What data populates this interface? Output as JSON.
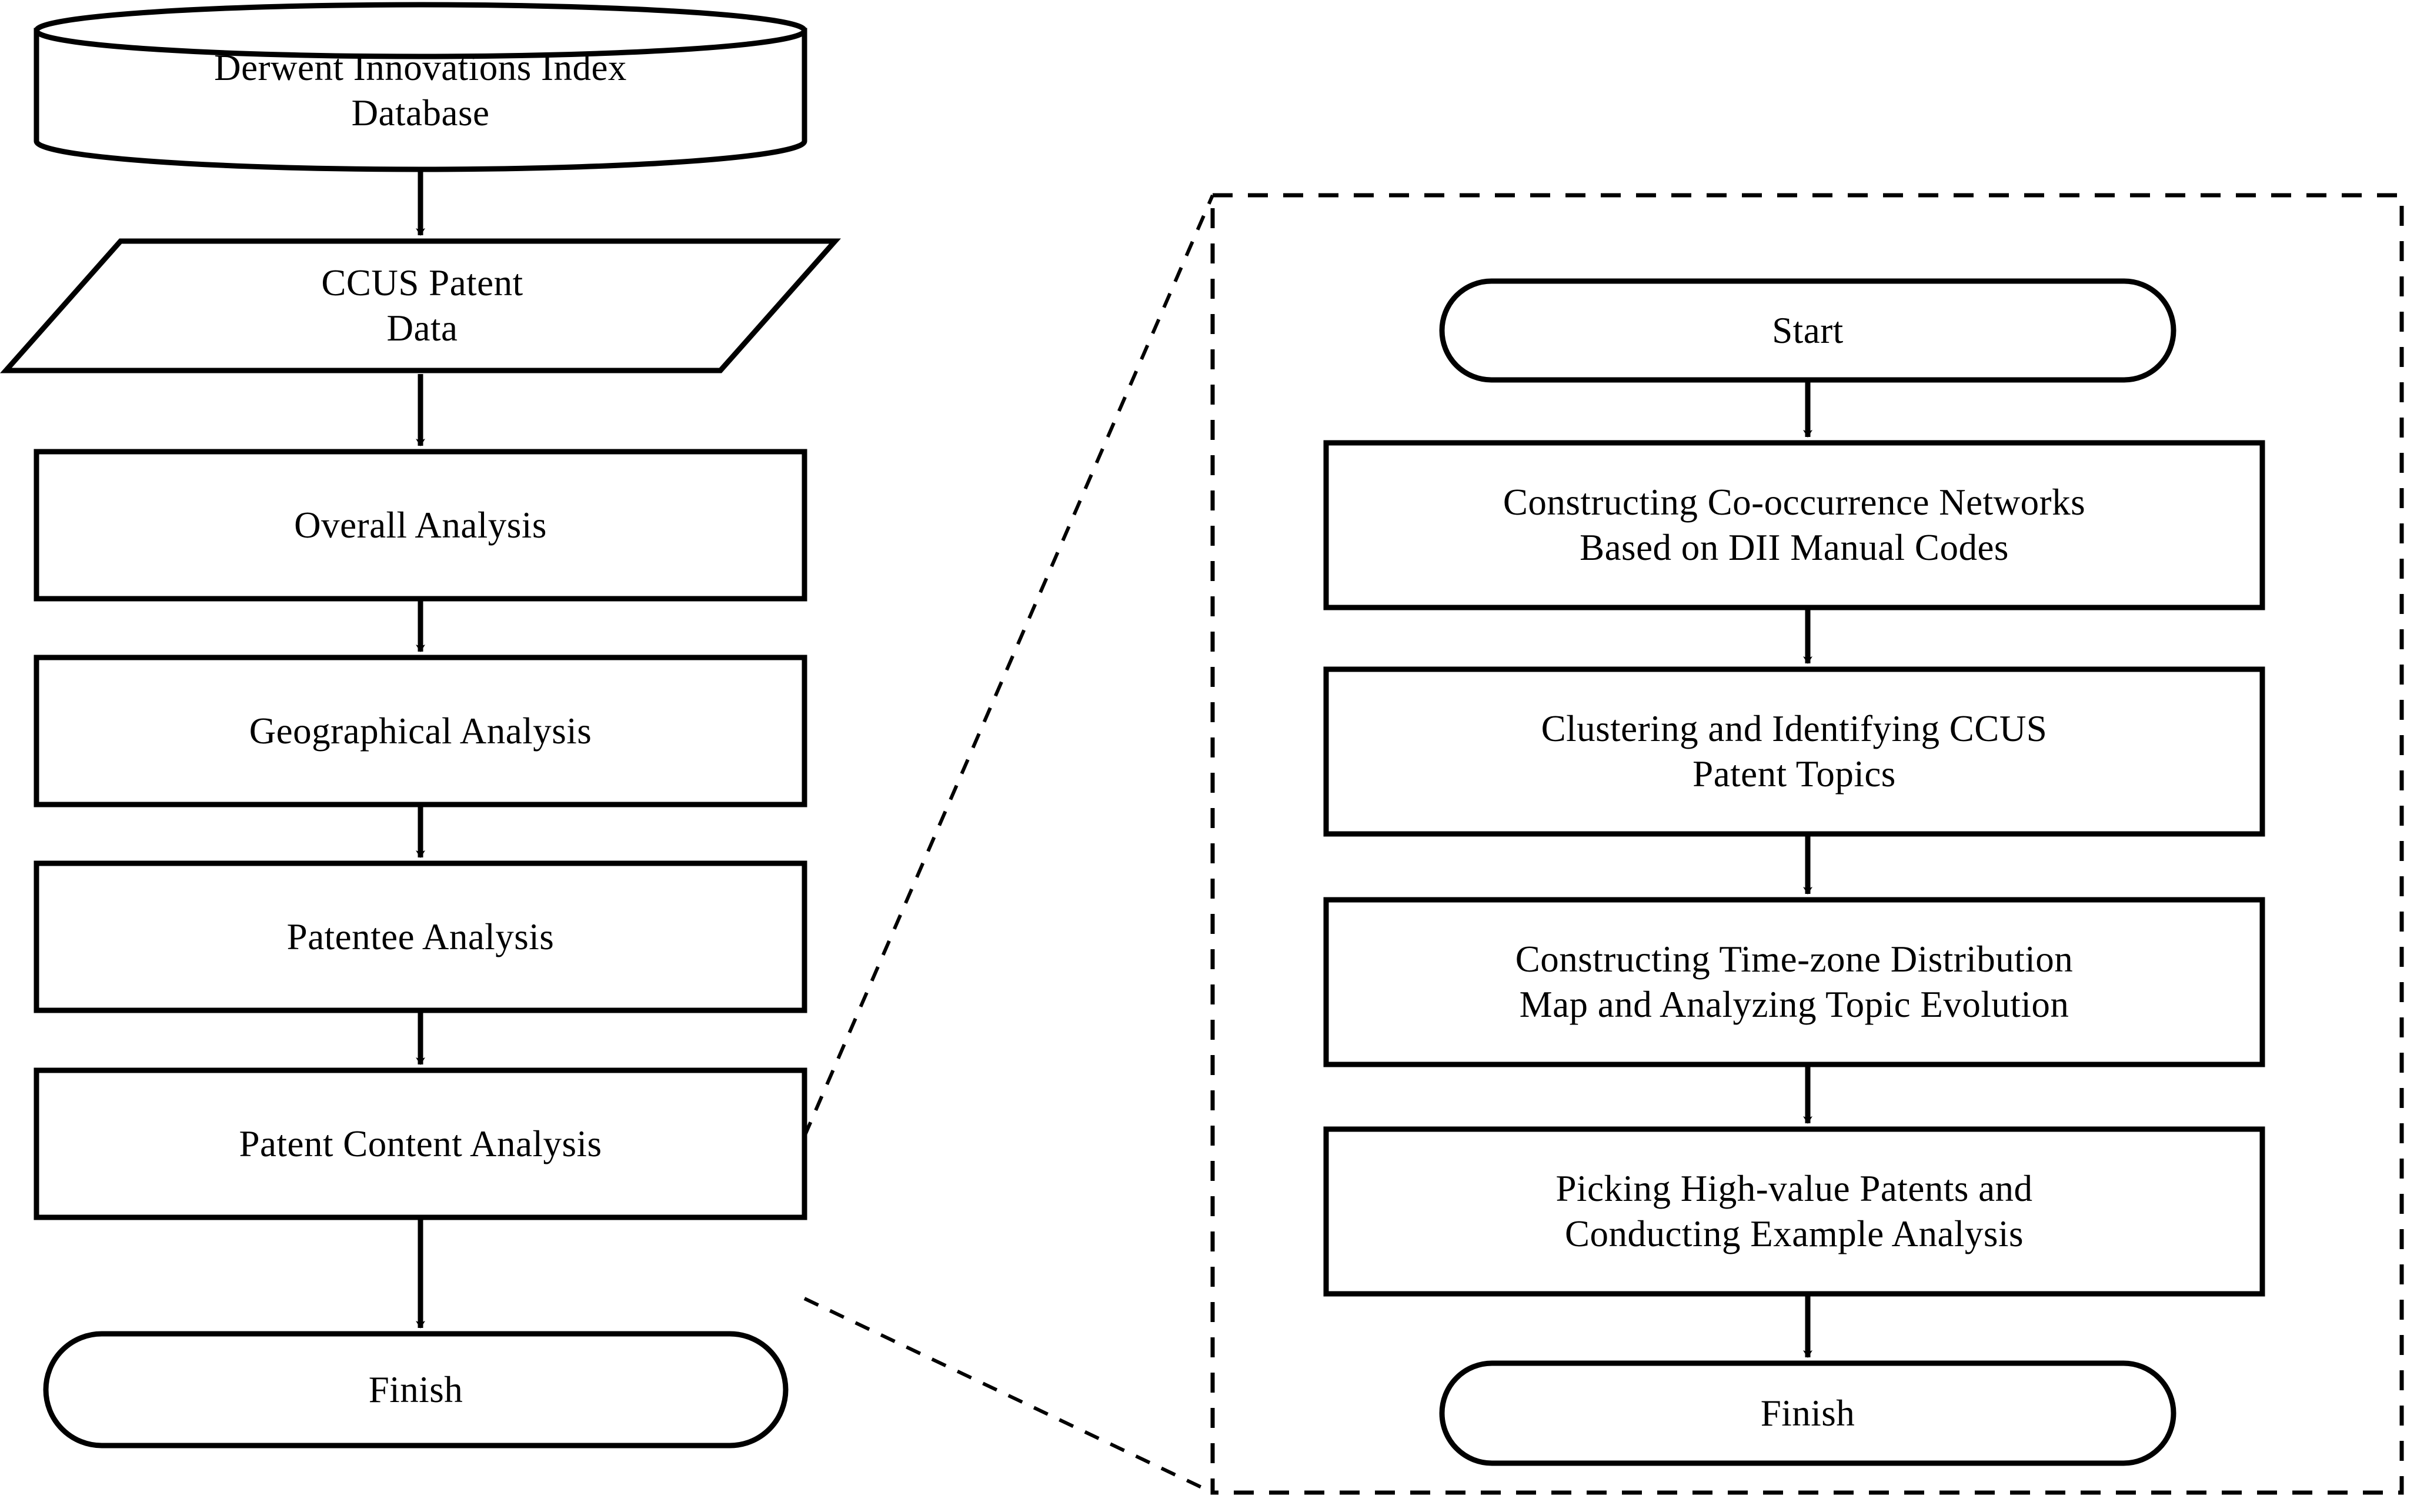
{
  "diagram": {
    "title": "CCUS Patent Analysis Research Framework Flowchart",
    "colors": {
      "stroke": "#000000",
      "fill": "#ffffff",
      "background": "#ffffff",
      "dashed_stroke": "#000000"
    },
    "left_flow": {
      "nodes": [
        {
          "id": "database",
          "shape": "cylinder",
          "label": "Derwent Innovations Index\nDatabase"
        },
        {
          "id": "data",
          "shape": "parallelogram",
          "label": "CCUS Patent\nData"
        },
        {
          "id": "overall",
          "shape": "process",
          "label": "Overall Analysis"
        },
        {
          "id": "geographical",
          "shape": "process",
          "label": "Geographical Analysis"
        },
        {
          "id": "patentee",
          "shape": "process",
          "label": "Patentee Analysis"
        },
        {
          "id": "content",
          "shape": "process",
          "label": "Patent Content Analysis"
        },
        {
          "id": "finish-left",
          "shape": "terminator",
          "label": "Finish"
        }
      ],
      "arrows": [
        {
          "from": "database",
          "to": "data"
        },
        {
          "from": "data",
          "to": "overall"
        },
        {
          "from": "overall",
          "to": "geographical"
        },
        {
          "from": "geographical",
          "to": "patentee"
        },
        {
          "from": "patentee",
          "to": "content"
        },
        {
          "from": "content",
          "to": "finish-left"
        }
      ]
    },
    "detail_panel": {
      "border_style": "dashed",
      "callout_from": "content",
      "nodes": [
        {
          "id": "start-right",
          "shape": "terminator",
          "label": "Start"
        },
        {
          "id": "construct-net",
          "shape": "process",
          "label": "Constructing Co-occurrence Networks\nBased on DII Manual Codes"
        },
        {
          "id": "clustering",
          "shape": "process",
          "label": "Clustering and Identifying CCUS\nPatent Topics"
        },
        {
          "id": "timezone",
          "shape": "process",
          "label": "Constructing Time-zone Distribution\nMap and Analyzing Topic Evolution"
        },
        {
          "id": "highvalue",
          "shape": "process",
          "label": "Picking High-value Patents and\nConducting Example Analysis"
        },
        {
          "id": "finish-right",
          "shape": "terminator",
          "label": "Finish"
        }
      ],
      "arrows": [
        {
          "from": "start-right",
          "to": "construct-net"
        },
        {
          "from": "construct-net",
          "to": "clustering"
        },
        {
          "from": "clustering",
          "to": "timezone"
        },
        {
          "from": "timezone",
          "to": "highvalue"
        },
        {
          "from": "highvalue",
          "to": "finish-right"
        }
      ]
    }
  }
}
